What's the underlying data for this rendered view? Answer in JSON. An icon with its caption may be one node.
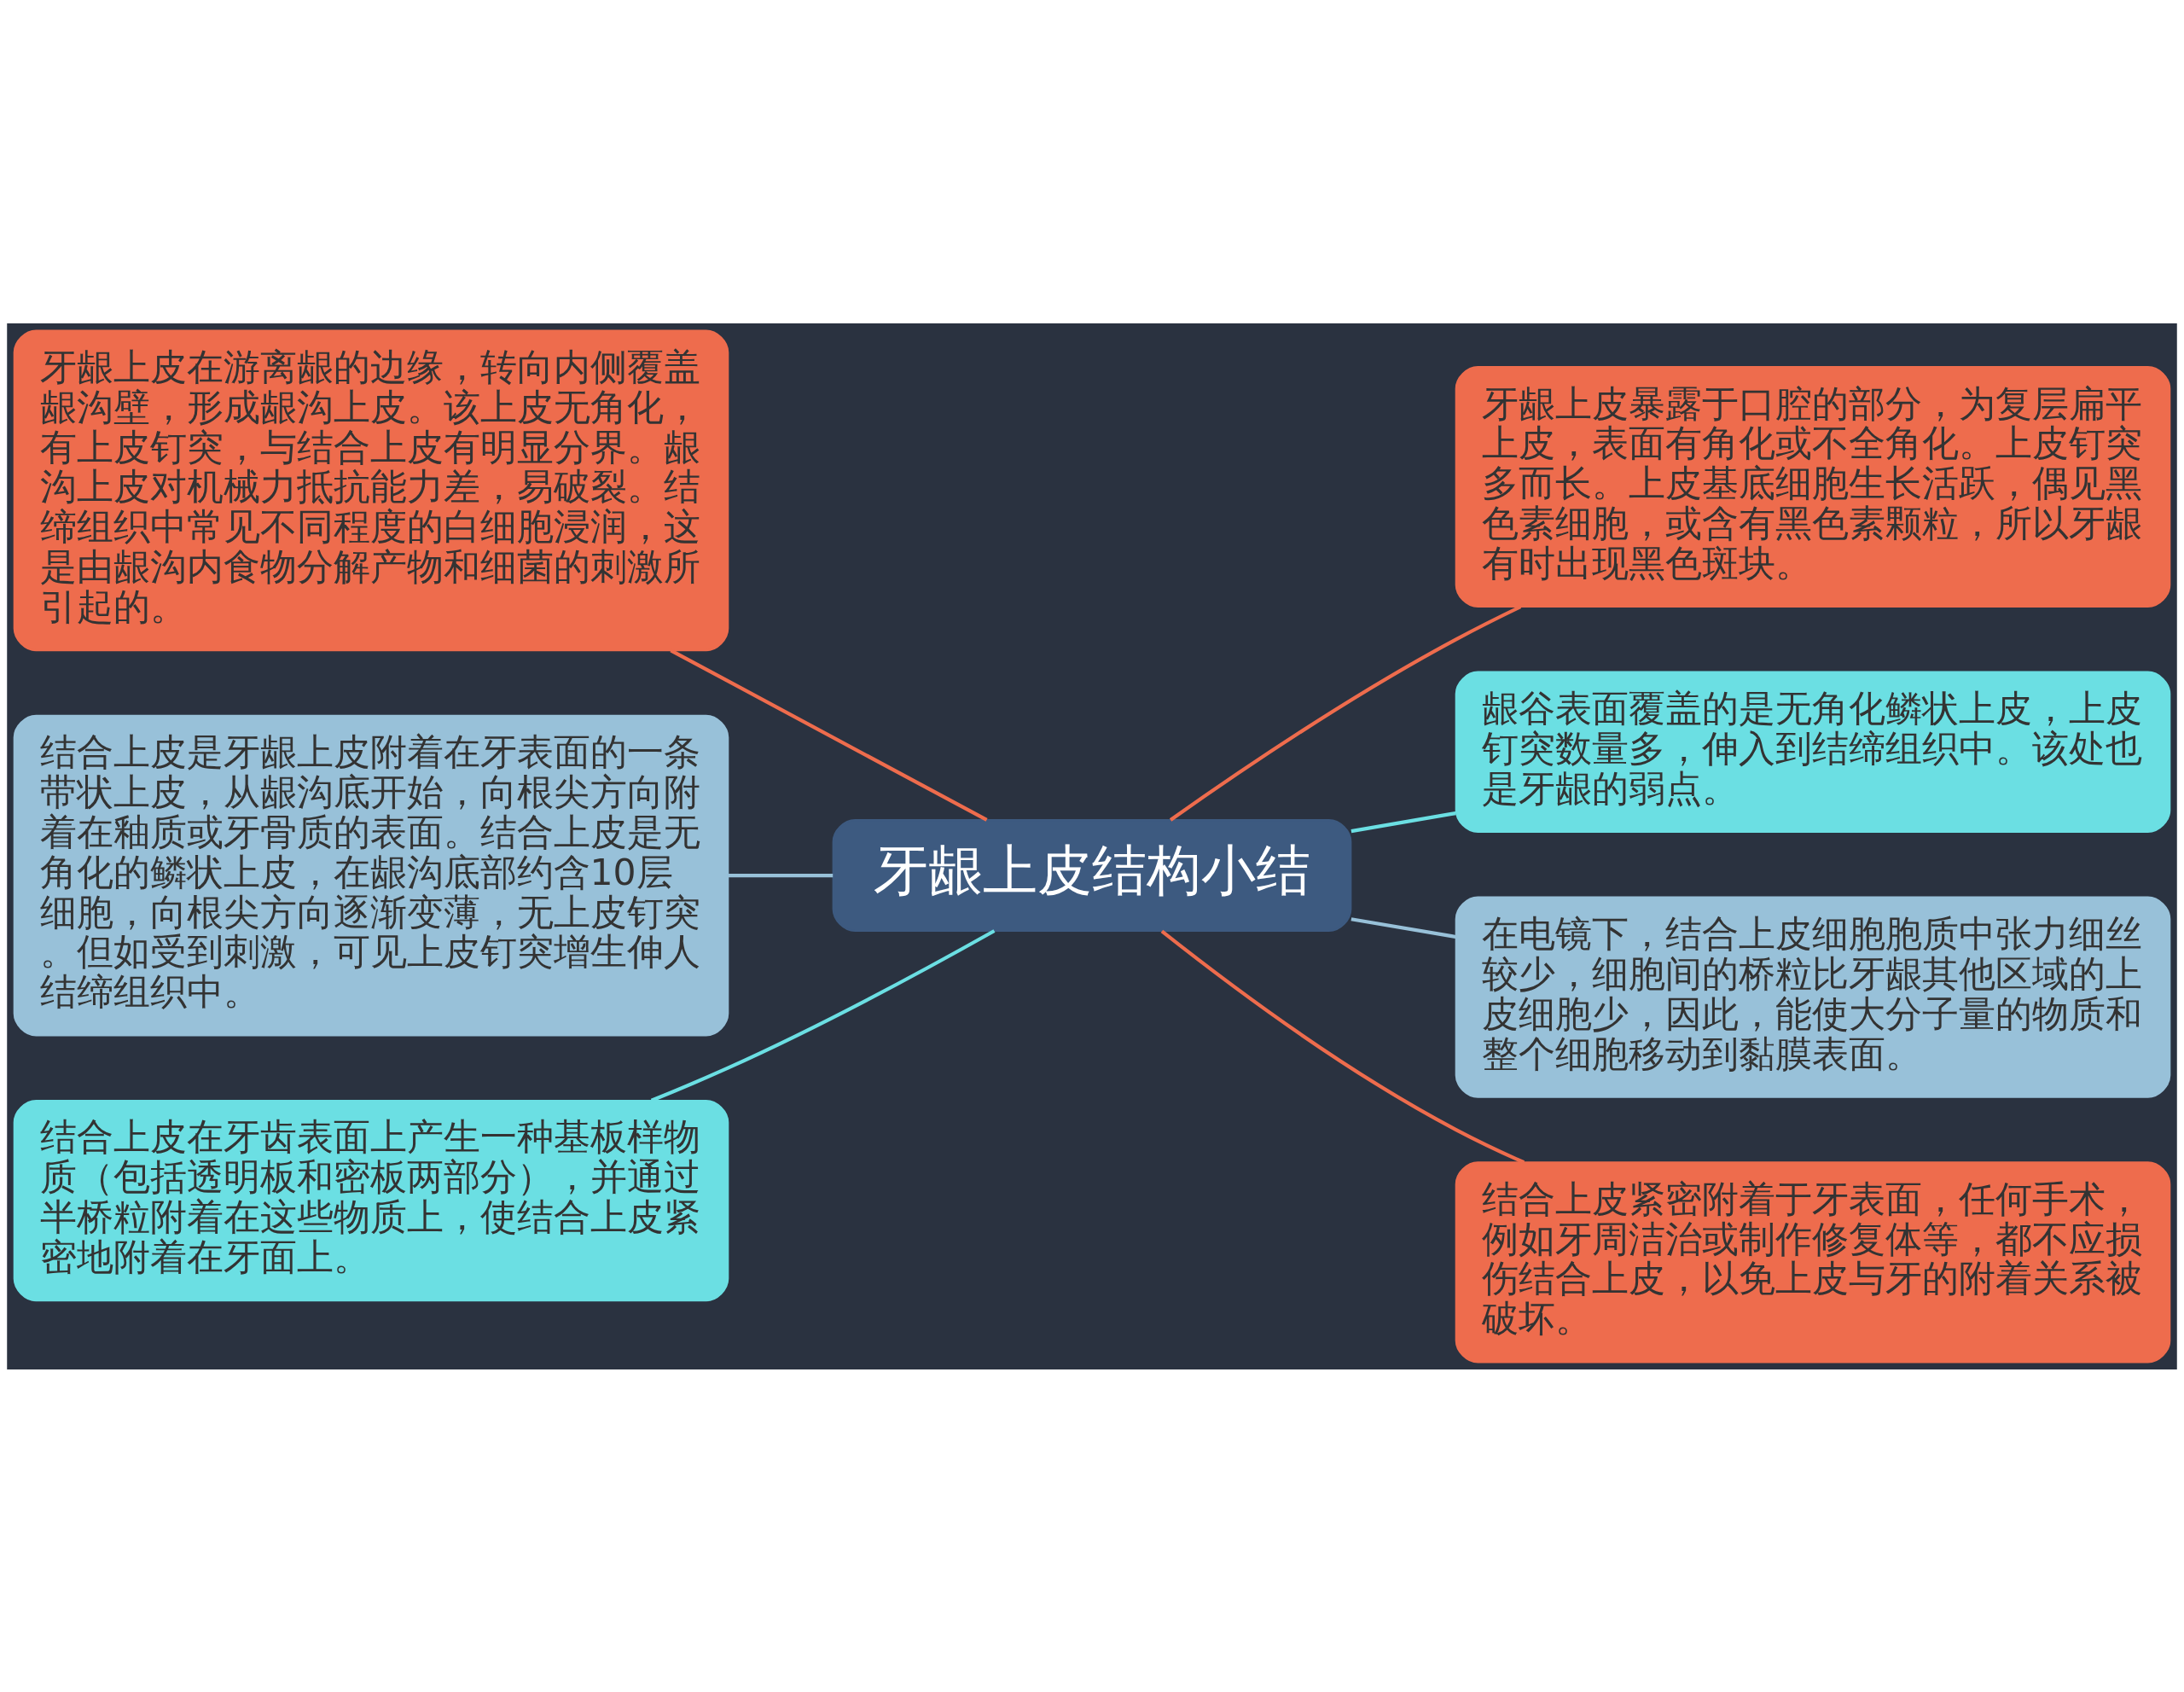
{
  "diagram": {
    "nodes": [
      {
        "text": [
          "牙龈上皮结构小结"
        ]
      },
      {
        "text": [
          "牙龈上皮在游离龈的边缘，转向内侧覆盖龈沟壁，形成龈沟上皮。该上皮无角化，有上皮钉突，与结合上皮有明显分界。龈沟上皮对机械力抵抗能力差，易破裂。结缔组织中常见不同程度的白细胞浸润，这是由龈沟内食物分解产物和细菌的刺激所引起的。"
        ]
      },
      {
        "text": [
          "结合上皮是牙龈上皮附着在牙表面的一条带状上皮，从龈沟底开始，向根尖方向附着在釉质或牙骨质的表面。结合上皮是无角化的鳞状上皮，在龈沟底部约含10层细胞，向根尖方向逐渐变薄，无上皮钉突。但如受到刺激，可见上皮钉突增生伸人结缔组织中。"
        ]
      },
      {
        "text": [
          "结合上皮在牙齿表面上产生一种基板样物质（包括透明板和密板两部分），并通过半桥粒附着在这些物质上，使结合上皮紧密地附着在牙面上。"
        ]
      },
      {
        "text": [
          "牙龈上皮暴露于口腔的部分，为复层扁平上皮，表面有角化或不全角化。上皮钉突多而长。上皮基底细胞生长活跃，偶见黑色素细胞，或含有黑色素颗粒，所以牙龈有时出现黑色斑块。"
        ]
      },
      {
        "text": [
          "龈谷表面覆盖的是无角化鳞状上皮，上皮钉突数量多，伸入到结缔组织中。该处也是牙龈的弱点。"
        ]
      },
      {
        "text": [
          "在电镜下，结合上皮细胞胞质中张力细丝较少，细胞间的桥粒比牙龈其他区域的上皮细胞少，因此，能使大分子量的物质和整个细胞移动到黏膜表面。"
        ]
      },
      {
        "text": [
          "结合上皮紧密附着于牙表面，任何手术，例如牙周洁治或制作修复体等，都不应损伤结合上皮，以免上皮与牙的附着关系被破坏。"
        ]
      }
    ],
    "edges": [
      {
        "from": 0,
        "to": 1,
        "arrow": "none",
        "color": "#ee6c4d"
      },
      {
        "from": 0,
        "to": 2,
        "arrow": "none",
        "color": "#98c1d9"
      },
      {
        "from": 0,
        "to": 3,
        "arrow": "none",
        "color": "#6bdfe3"
      },
      {
        "from": 0,
        "to": 4,
        "arrow": "none",
        "color": "#ee6c4d"
      },
      {
        "from": 0,
        "to": 5,
        "arrow": "none",
        "color": "#6bdfe3"
      },
      {
        "from": 0,
        "to": 6,
        "arrow": "none",
        "color": "#98c1d9"
      },
      {
        "from": 0,
        "to": 7,
        "arrow": "none",
        "color": "#ee6c4d"
      }
    ]
  }
}
